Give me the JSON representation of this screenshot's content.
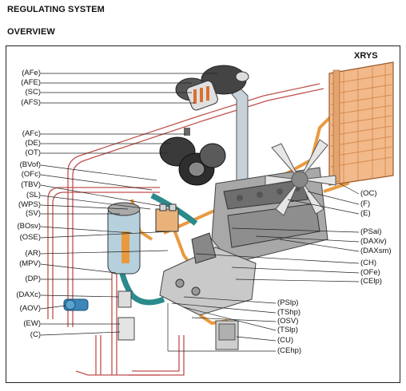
{
  "header": {
    "title": "REGULATING SYSTEM",
    "subtitle": "OVERVIEW"
  },
  "diagram": {
    "model": "XRYS",
    "left_labels": [
      "(AFe)",
      "(AFE)",
      "(SC)",
      "(AFS)",
      "(AFc)",
      "(DE)",
      "(OT)",
      "(BVof)",
      "(OFc)",
      "(TBV)",
      "(SL)",
      "(WPS)",
      "(SV)",
      "(BOsv)",
      "(OSE)",
      "(AR)",
      "(MPV)",
      "(DP)",
      "(DAXc)",
      "(AOV)",
      "(EW)",
      "(C)"
    ],
    "right_labels": [
      "(OC)",
      "(F)",
      "(E)",
      "(PSai)",
      "(DAXiv)",
      "(DAXsm)",
      "(CH)",
      "(OFe)",
      "(CElp)",
      "(PSlp)",
      "(TShp)",
      "(OSV)",
      "(TSlp)",
      "(CU)",
      "(CEhp)"
    ]
  },
  "colors": {
    "coolant": "#c0504d",
    "oil": "#f0a44b",
    "hose": "#2a8a8c",
    "radiator": "#f2b98a",
    "engine": "#b0b0b0"
  }
}
